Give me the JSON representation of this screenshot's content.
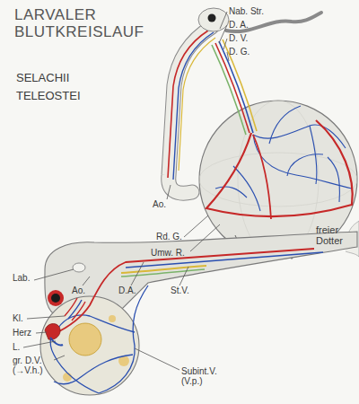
{
  "diagram": {
    "title": "LARVALER BLUTKREISLAUF",
    "labels": [
      "SELACHII",
      "TELEOSTEI",
      "Nab. Str.",
      "D. A.",
      "D. V.",
      "D. G.",
      "Ao.",
      "Rd. G.",
      "Umw. R.",
      "freier Dotter",
      "Lab.",
      "Ao.",
      "D.A.",
      "St.V.",
      "Kl.",
      "Herz",
      "L.",
      "gr. D.V. (→V.h.)",
      "Subint.V. (V.p.)"
    ]
  }
}
